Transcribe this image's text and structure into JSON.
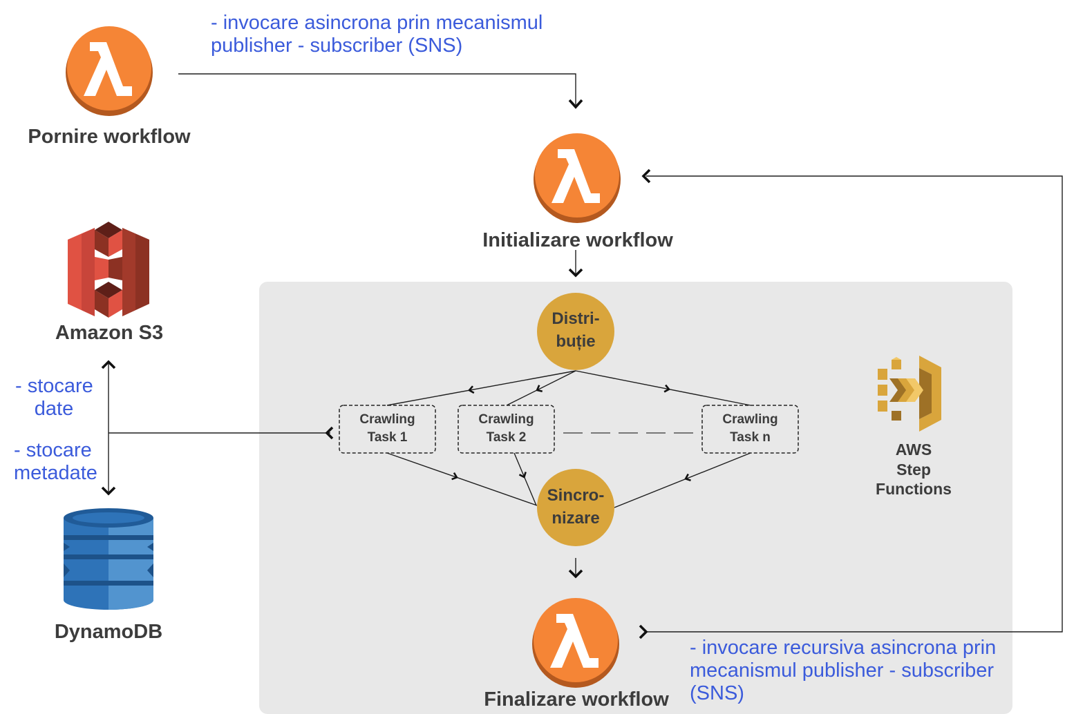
{
  "nodes": {
    "start": {
      "label": "Pornire workflow",
      "icon": "lambda-icon"
    },
    "init": {
      "label": "Initializare workflow",
      "icon": "lambda-icon"
    },
    "distribution": {
      "line1": "Distri-",
      "line2": "buție"
    },
    "tasks": [
      {
        "line1": "Crawling",
        "line2": "Task 1"
      },
      {
        "line1": "Crawling",
        "line2": "Task 2"
      },
      {
        "line1": "Crawling",
        "line2": "Task n"
      }
    ],
    "sync": {
      "line1": "Sincro-",
      "line2": "nizare"
    },
    "finalize": {
      "label": "Finalizare workflow",
      "icon": "lambda-icon"
    },
    "s3": {
      "label": "Amazon S3",
      "icon": "s3-icon"
    },
    "dynamodb": {
      "label": "DynamoDB",
      "icon": "dynamodb-icon"
    },
    "step_functions": {
      "line1": "AWS",
      "line2": "Step",
      "line3": "Functions",
      "icon": "step-functions-icon"
    }
  },
  "annotations": {
    "sns_invoke": [
      "- invocare asincrona prin mecanismul",
      "publisher - subscriber (SNS)"
    ],
    "recursive_invoke": [
      "- invocare recursiva asincrona prin",
      "mecanismul publisher - subscriber",
      "(SNS)"
    ],
    "store_data": [
      "- stocare",
      "date"
    ],
    "store_metadata": [
      "- stocare",
      "metadate"
    ]
  },
  "colors": {
    "lambda_orange": "#f58536",
    "lambda_shadow": "#b4591f",
    "process_gold": "#d9a53c",
    "annotation_blue": "#3b5bdb",
    "label_dark": "#3c3c3c",
    "panel_gray": "#e8e8e8"
  }
}
